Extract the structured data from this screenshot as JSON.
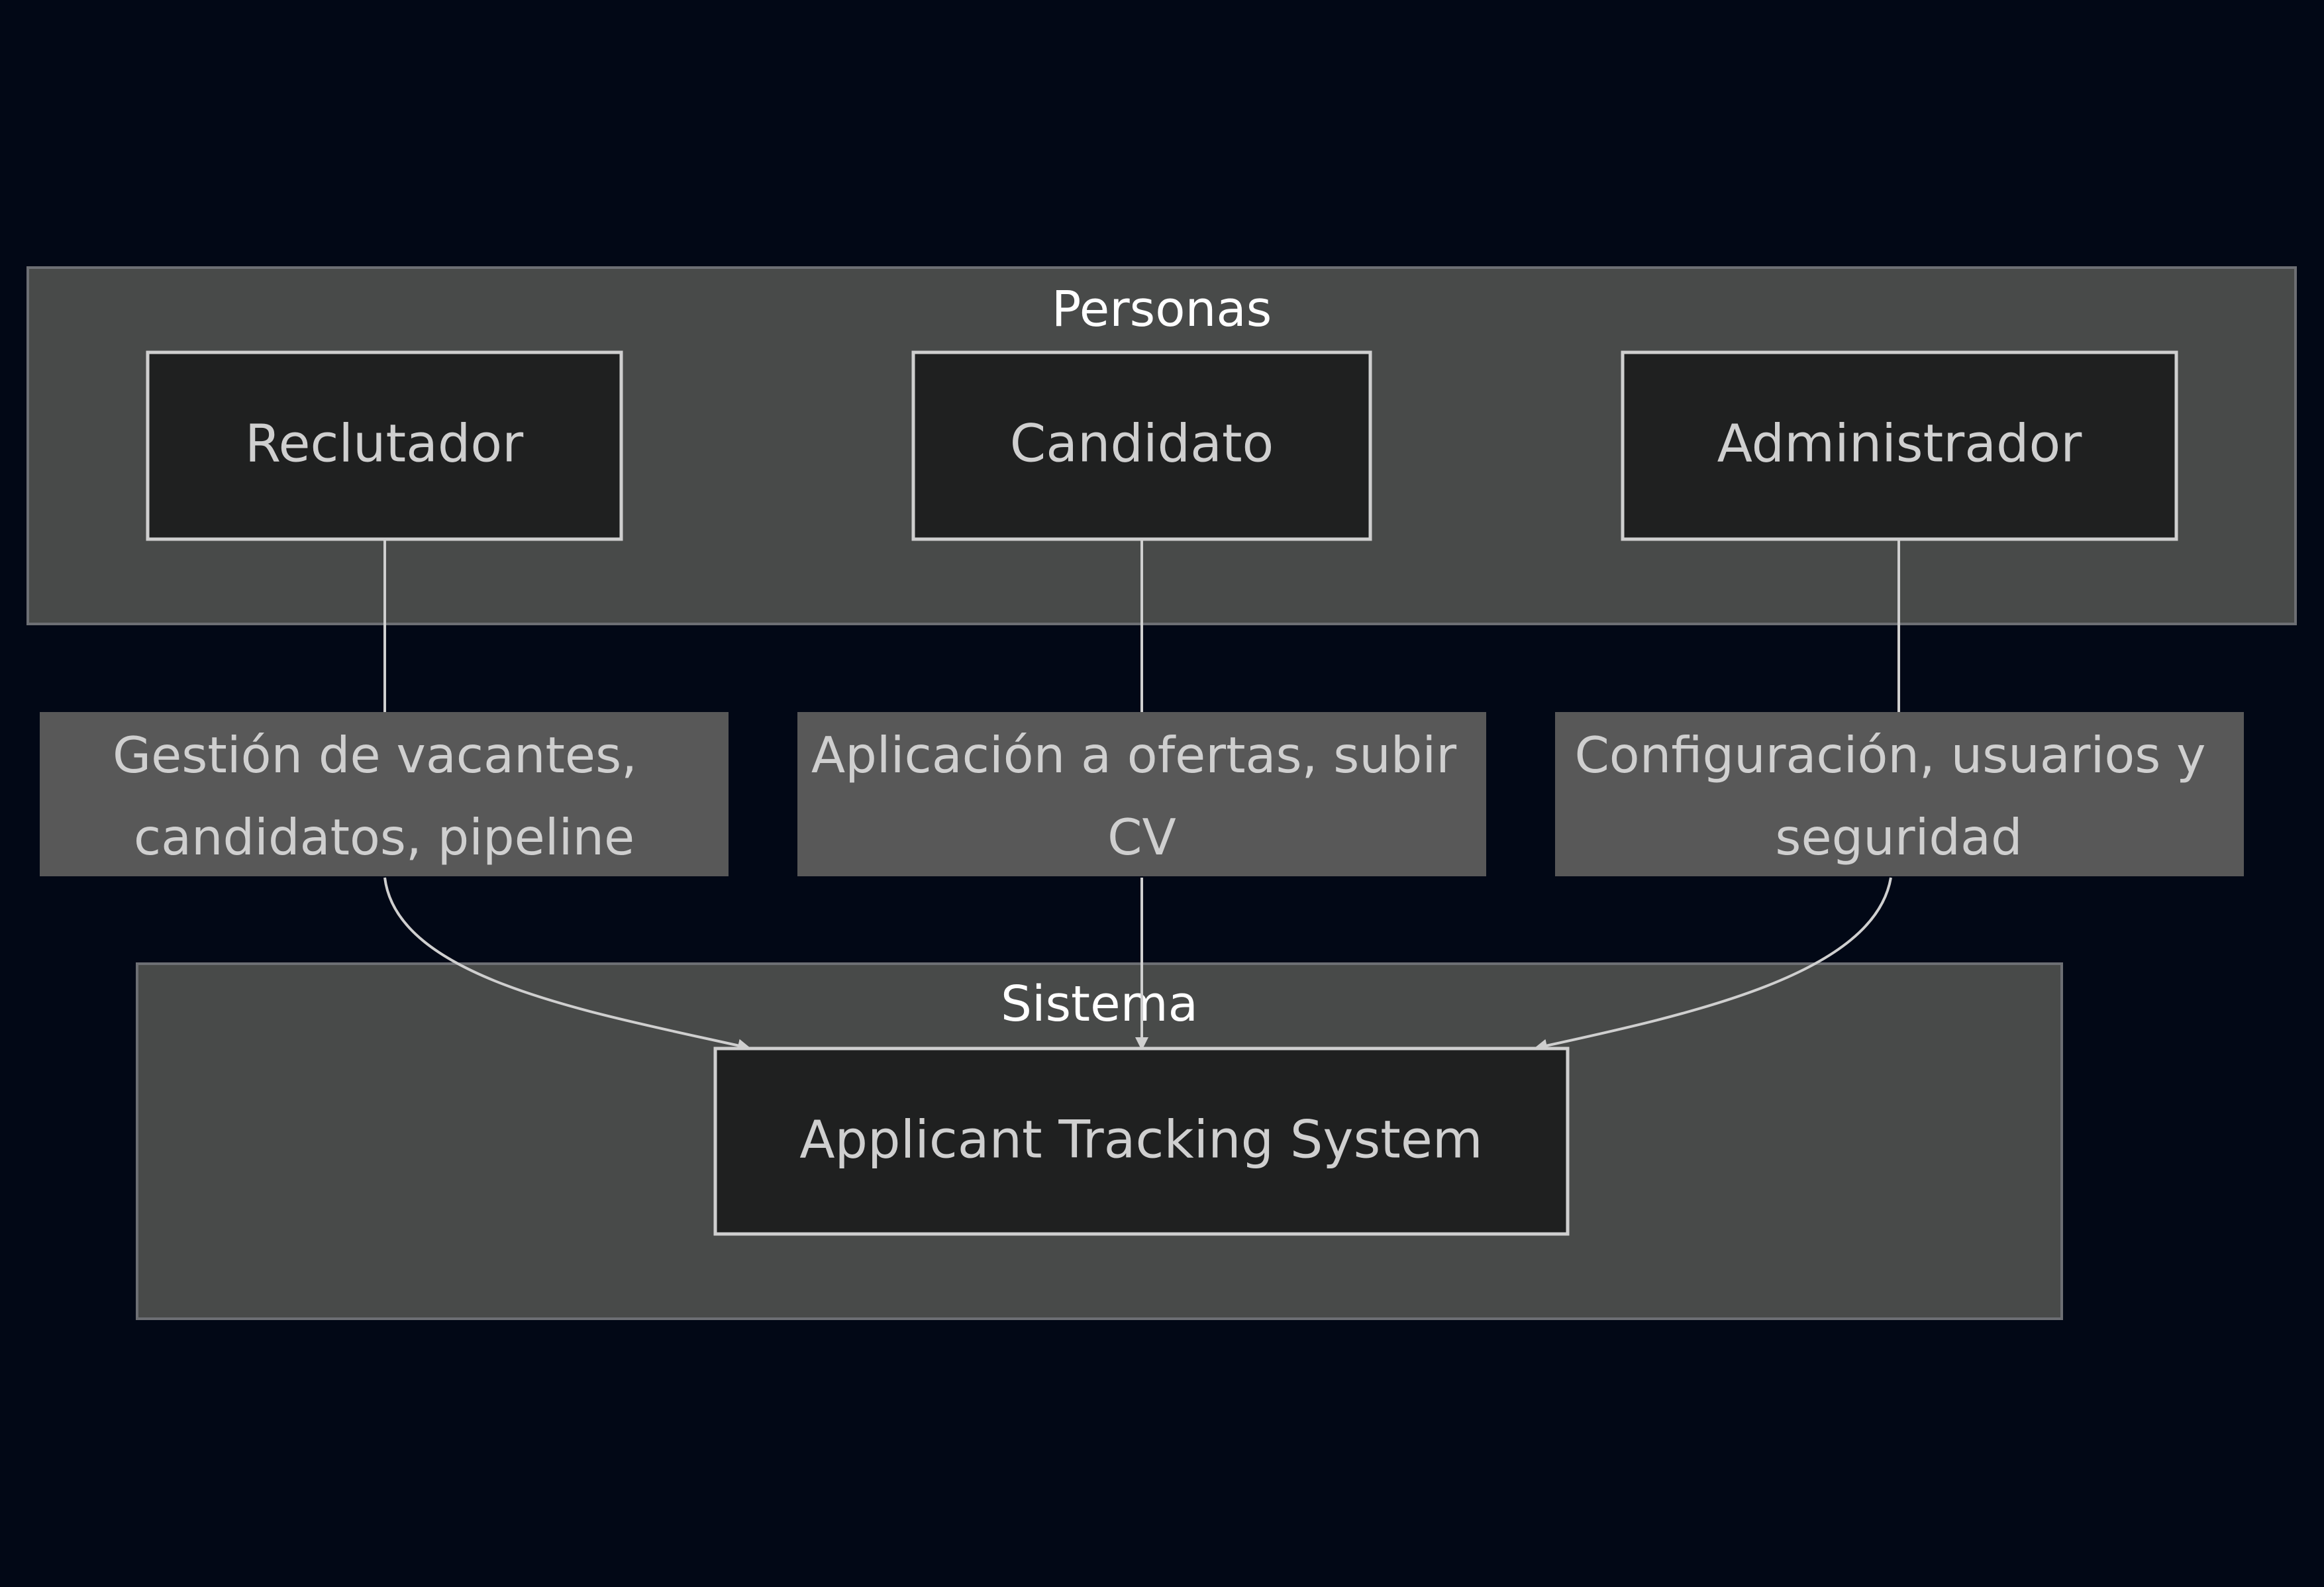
{
  "clusters": {
    "personas": {
      "title": "Personas"
    },
    "sistema": {
      "title": "Sistema"
    }
  },
  "nodes": {
    "reclutador": "Reclutador",
    "candidato": "Candidato",
    "administrador": "Administrador",
    "ats": "Applicant Tracking System"
  },
  "edges": {
    "reclutador": {
      "line1": "Gestión de vacantes,",
      "line2": "candidatos, pipeline"
    },
    "candidato": {
      "line1": "Aplicación a ofertas, subir",
      "line2": "CV"
    },
    "administrador": {
      "line1": "Configuración, usuarios y",
      "line2": "seguridad"
    }
  },
  "colors": {
    "background": "#020816",
    "cluster_fill": "#484a49",
    "node_fill": "#1f2020",
    "edge_label_fill": "#585858",
    "text": "#cfcfcf",
    "title": "#ffffff"
  }
}
